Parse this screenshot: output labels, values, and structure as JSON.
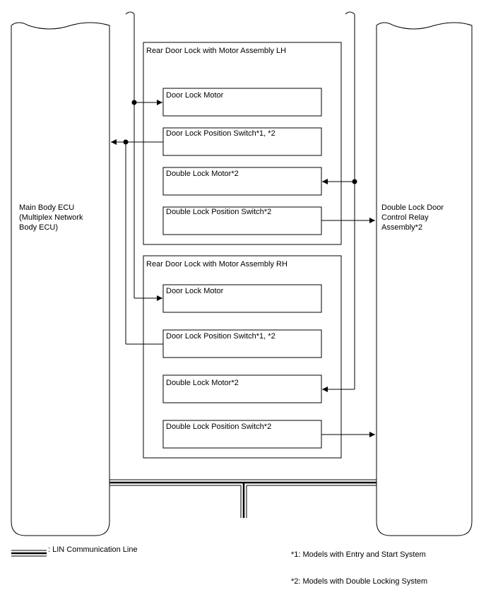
{
  "main_ecu": {
    "lines": [
      "Main Body ECU",
      "(Multiplex Network",
      "Body ECU)"
    ]
  },
  "relay": {
    "lines": [
      "Double Lock Door",
      "Control Relay",
      "Assembly*2"
    ]
  },
  "lh_assembly": {
    "title": "Rear Door Lock with Motor Assembly LH",
    "door_lock_motor": "Door Lock Motor",
    "position_switch": "Door Lock Position Switch*1, *2",
    "double_lock_motor": "Double Lock Motor*2",
    "double_lock_position_switch": "Double Lock Position Switch*2"
  },
  "rh_assembly": {
    "title": "Rear Door Lock with Motor Assembly RH",
    "door_lock_motor": "Door Lock Motor",
    "position_switch": "Door Lock Position Switch*1, *2",
    "double_lock_motor": "Double Lock Motor*2",
    "double_lock_position_switch": "Double Lock Position Switch*2"
  },
  "legend": {
    "lin_line": ": LIN Communication Line"
  },
  "notes": {
    "note1": "*1: Models with Entry and Start System",
    "note2": "*2: Models with Double Locking System"
  }
}
